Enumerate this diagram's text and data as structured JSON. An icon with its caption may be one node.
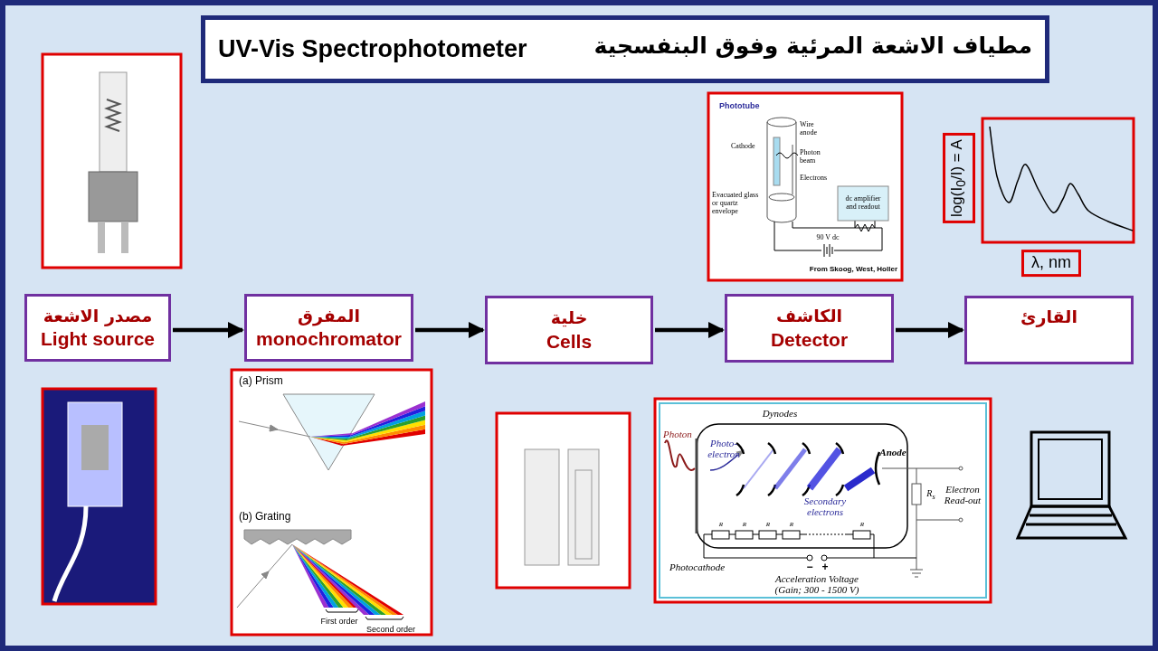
{
  "diagram": {
    "title": "UV-Vis Spectrophotometer",
    "nodes": [
      {
        "text": [
          "مصدر الاشعة",
          "Light source"
        ]
      },
      {
        "text": [
          "المفرق",
          "monochromator"
        ]
      },
      {
        "text": [
          "خلية",
          "Cells"
        ]
      },
      {
        "text": [
          "الكاشف",
          "Detector"
        ]
      },
      {
        "text": [
          "القارئ"
        ]
      }
    ],
    "edges": [
      {
        "from": 0,
        "to": 1,
        "arrow": "to"
      },
      {
        "from": 1,
        "to": 2,
        "arrow": "to"
      },
      {
        "from": 2,
        "to": 3,
        "arrow": "to"
      },
      {
        "from": 3,
        "to": 4,
        "arrow": "to"
      }
    ],
    "labels": [
      "مطياف الاشعة المرئية وفوق البنفسجية",
      "Phototube",
      "Wire anode",
      "Cathode",
      "Photon beam",
      "Electrons",
      "Evacuated glass or quartz envelope",
      "dc amplifier and readout",
      "90 V dc",
      "From Skoog, West, Holler",
      "log(I$_{0}$/I) = A",
      "λ, nm",
      "(a) Prism",
      "(b) Grating",
      "First order",
      "Second order",
      "Dynodes",
      "Photon",
      "Photo- electron",
      "Anode",
      "R$_{s}$",
      "Electron Read-out",
      "Secondary electrons",
      "R",
      "R",
      "R",
      "R",
      "R",
      "Photocathode",
      "−",
      "+",
      "Acceleration Voltage (Gain; 300 - 1500 V)"
    ]
  }
}
